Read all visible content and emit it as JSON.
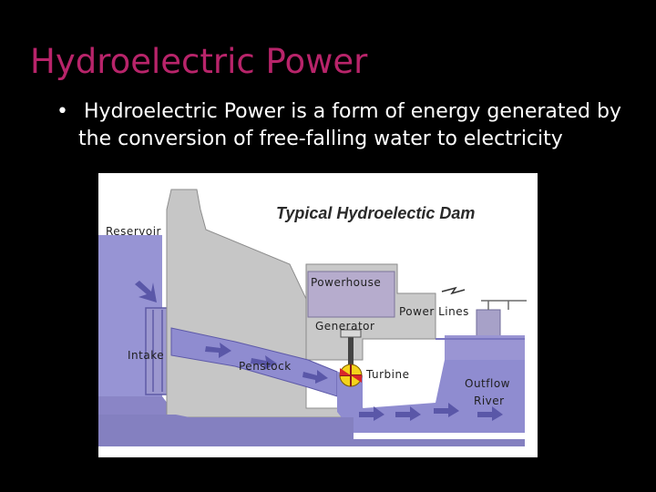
{
  "slide": {
    "title": "Hydroelectric Power",
    "bullet_marker": "•",
    "bullet": "Hydroelectric Power is a form of energy generated by the conversion of free-falling water to electricity"
  },
  "diagram": {
    "title": "Typical Hydroelectic Dam",
    "labels": {
      "reservoir": "Reservoir",
      "powerhouse": "Powerhouse",
      "power_lines": "Power Lines",
      "generator": "Generator",
      "intake": "Intake",
      "penstock": "Penstock",
      "turbine": "Turbine",
      "outflow": "Outflow",
      "river": "River"
    },
    "colors": {
      "background": "#ffffff",
      "concrete": "#c4c4c4",
      "water": "#8f8cd0",
      "water_dark": "#6c68b8",
      "arrow": "#5a57a8",
      "turbine_red": "#d8262a",
      "turbine_yellow": "#f4d31a",
      "powerhouse": "#b3a9cc"
    }
  }
}
